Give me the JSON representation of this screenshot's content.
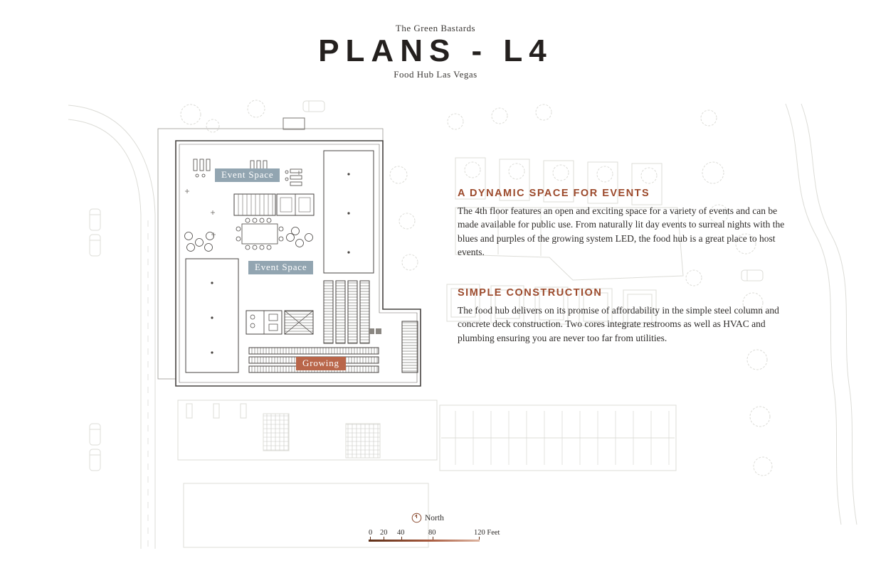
{
  "colors": {
    "accent": "#9c4a2c",
    "badge_blue": "#92a5b1",
    "badge_terra": "#b9664a",
    "plan_line": "#474340",
    "site_line": "#dcdcd7"
  },
  "header": {
    "kicker": "The Green Bastards",
    "title": "PLANS - L4",
    "subtitle": "Food Hub Las Vegas"
  },
  "plan": {
    "labels": {
      "event_space_upper": "Event Space",
      "event_space_lower": "Event Space",
      "growing": "Growing"
    }
  },
  "sections": [
    {
      "heading": "A DYNAMIC SPACE FOR EVENTS",
      "body": "The 4th floor features an open and exciting space for a variety of events and can be made available for public use. From naturally lit day events to surreal nights with the blues and purples of the growing system LED, the food hub is a great place to host events."
    },
    {
      "heading": "SIMPLE CONSTRUCTION",
      "body": "The food hub delivers on its promise of affordability in the simple steel column and concrete deck construction. Two cores integrate restrooms as well as HVAC and plumbing ensuring you are never too far from utilities."
    }
  ],
  "footer": {
    "north_label": "North",
    "scale_ticks": [
      "0",
      "20",
      "40",
      "80",
      "120 Feet"
    ]
  }
}
